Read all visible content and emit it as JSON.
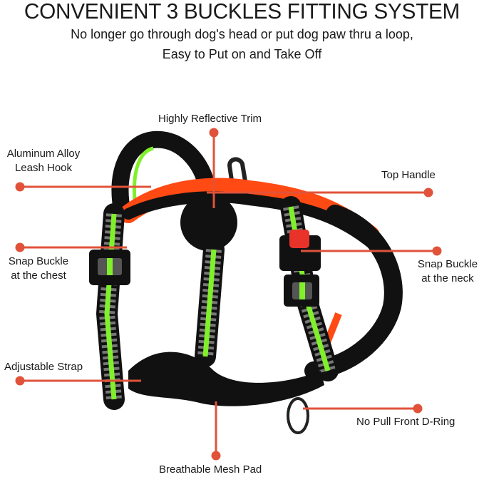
{
  "header": {
    "title": "CONVENIENT 3 BUCKLES FITTING SYSTEM",
    "subtitle_line1": "No longer go through dog's head or put dog paw thru a loop,",
    "subtitle_line2": "Easy to Put on and Take Off"
  },
  "callouts": {
    "reflective_trim": "Highly Reflective Trim",
    "leash_hook_line1": "Aluminum Alloy",
    "leash_hook_line2": "Leash Hook",
    "top_handle": "Top Handle",
    "chest_buckle_line1": "Snap Buckle",
    "chest_buckle_line2": "at the chest",
    "neck_buckle_line1": "Snap Buckle",
    "neck_buckle_line2": "at the neck",
    "adjustable_strap": "Adjustable Strap",
    "d_ring": "No Pull Front D-Ring",
    "mesh_pad": "Breathable Mesh Pad"
  },
  "colors": {
    "callout_line": "#e0533a",
    "harness_black": "#111111",
    "reflective_green": "#7ff02a",
    "padding_orange": "#ff4a14",
    "buckle_red": "#e8322a"
  }
}
